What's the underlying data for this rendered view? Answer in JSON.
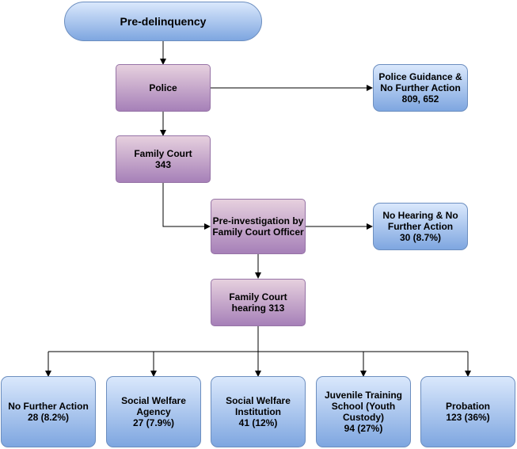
{
  "nodes": {
    "pre_delinquency": "Pre-delinquency",
    "police": "Police",
    "police_guidance": "Police Guidance &\nNo Further Action\n809, 652",
    "family_court": "Family Court\n343",
    "pre_investigation": "Pre-investigation by\nFamily Court Officer",
    "no_hearing": "No Hearing & No\nFurther Action\n30 (8.7%)",
    "family_court_hearing": "Family Court\nhearing 313",
    "no_further_action": "No Further Action\n28 (8.2%)",
    "social_welfare_agency": "Social Welfare\nAgency\n27 (7.9%)",
    "social_welfare_institution": "Social Welfare\nInstitution\n41 (12%)",
    "juvenile_training_school": "Juvenile Training\nSchool (Youth\nCustody)\n94 (27%)",
    "probation": "Probation\n123 (36%)"
  },
  "colors": {
    "blue_fill_top": "#dae8fc",
    "blue_fill_bottom": "#7ea6e0",
    "blue_stroke": "#6c8ebf",
    "purple_fill_top": "#e6d0de",
    "purple_fill_bottom": "#a680b8",
    "purple_stroke": "#9673a6",
    "edge": "#000000"
  }
}
